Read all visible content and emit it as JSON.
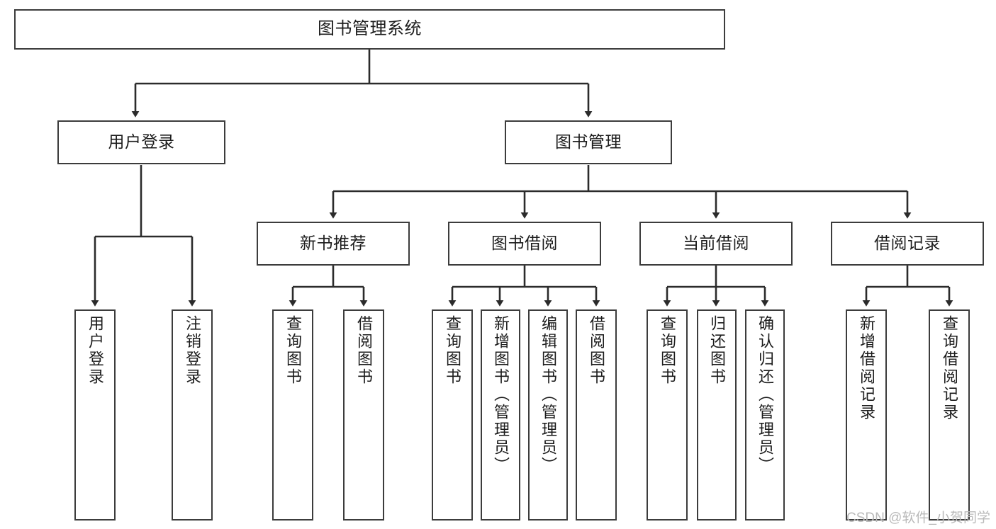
{
  "diagram": {
    "type": "tree",
    "title": "图书管理系统",
    "orientation": "top-down",
    "colors": {
      "background": "#ffffff",
      "node_fill": "#ffffff",
      "node_border": "#3c3c3c",
      "edge": "#2b2b2b",
      "text": "#1c1c1c",
      "watermark": "#b9b9b9"
    }
  },
  "watermark": {
    "text": "CSDN @软件_小贺同学"
  },
  "nodes": {
    "root": {
      "label": "图书管理系统",
      "level": 1
    },
    "level2": [
      {
        "id": "user-login",
        "label": "用户登录"
      },
      {
        "id": "book-manage",
        "label": "图书管理"
      }
    ],
    "level3": [
      {
        "id": "new-book-recommend",
        "label": "新书推荐"
      },
      {
        "id": "book-borrow",
        "label": "图书借阅"
      },
      {
        "id": "current-borrow",
        "label": "当前借阅"
      },
      {
        "id": "borrow-record",
        "label": "借阅记录"
      }
    ],
    "leaves": {
      "user-login": [
        {
          "id": "leaf-user-login",
          "label": "用户登录"
        },
        {
          "id": "leaf-logout-login",
          "label": "注销登录"
        }
      ],
      "new-book-recommend": [
        {
          "id": "leaf-query-book-1",
          "label": "查询图书"
        },
        {
          "id": "leaf-borrow-book-1",
          "label": "借阅图书"
        }
      ],
      "book-borrow": [
        {
          "id": "leaf-query-book-2",
          "label": "查询图书"
        },
        {
          "id": "leaf-add-book",
          "label": "新增图书（管理员）"
        },
        {
          "id": "leaf-edit-book",
          "label": "编辑图书（管理员）"
        },
        {
          "id": "leaf-borrow-book-2",
          "label": "借阅图书"
        }
      ],
      "current-borrow": [
        {
          "id": "leaf-query-book-3",
          "label": "查询图书"
        },
        {
          "id": "leaf-return-book",
          "label": "归还图书"
        },
        {
          "id": "leaf-confirm-return",
          "label": "确认归还（管理员）"
        }
      ],
      "borrow-record": [
        {
          "id": "leaf-add-record",
          "label": "新增借阅记录"
        },
        {
          "id": "leaf-query-record",
          "label": "查询借阅记录"
        }
      ]
    }
  }
}
